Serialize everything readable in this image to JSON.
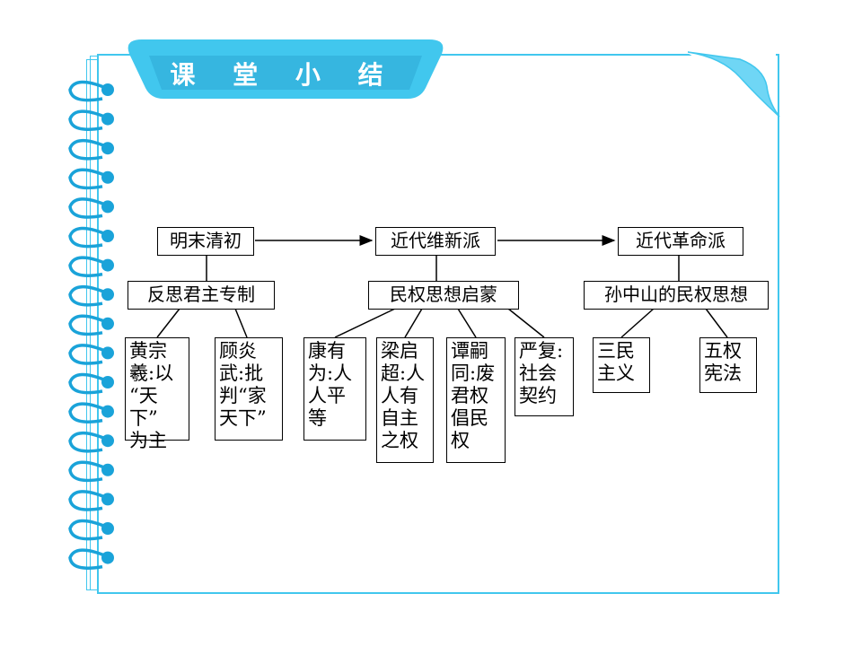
{
  "header": {
    "title": "课 堂 小 结"
  },
  "diagram": {
    "eras": [
      "明末清初",
      "近代维新派",
      "近代革命派"
    ],
    "themes": [
      "反思君主专制",
      "民权思想启蒙",
      "孙中山的民权思想"
    ],
    "leaves": [
      "黄宗\n羲:以\n“天下”\n为主",
      "顾炎\n武:批\n判“家\n天下”",
      "康有\n为:人\n人平\n等",
      "梁启\n超:人\n人有\n自主\n之权",
      "谭嗣\n同:废\n君权\n倡民\n权",
      "严复:\n社会\n契约",
      "三民\n主义",
      "五权\n宪法"
    ]
  },
  "colors": {
    "accent": "#41c7ee",
    "ring": "#1aa3d9"
  }
}
